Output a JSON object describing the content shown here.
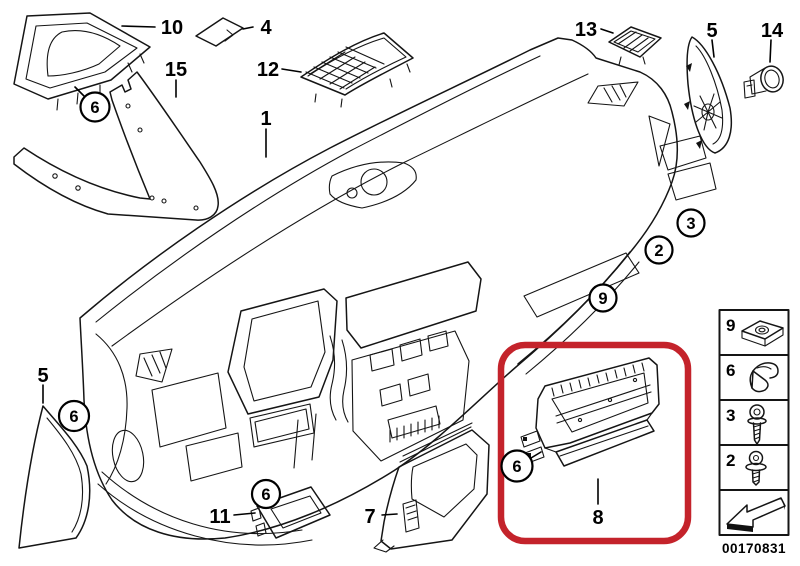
{
  "diagram": {
    "labels": {
      "p10": "10",
      "p4": "4",
      "p15": "15",
      "p12": "12",
      "p1": "1",
      "p13": "13",
      "p5_top": "5",
      "p14": "14",
      "p5_left": "5",
      "p11": "11",
      "p7": "7",
      "p8": "8"
    },
    "callouts": {
      "c6_top_left": "6",
      "c6_left": "6",
      "c6_mid": "6",
      "c6_highlight": "6",
      "c2": "2",
      "c3": "3",
      "c9": "9"
    },
    "legend": {
      "f9": "9",
      "f6": "6",
      "f3": "3",
      "f2": "2",
      "items": [
        {
          "number": "9",
          "icon": "cage-nut-clip-icon"
        },
        {
          "number": "6",
          "icon": "spring-clip-icon"
        },
        {
          "number": "3",
          "icon": "self-tapping-screw-icon"
        },
        {
          "number": "2",
          "icon": "washer-screw-icon"
        },
        {
          "number": "",
          "icon": "direction-arrow-icon"
        }
      ]
    },
    "image_code": "00170831",
    "colors": {
      "highlight_red": "#c4232b",
      "line_black": "#151515",
      "background": "#ffffff"
    }
  }
}
